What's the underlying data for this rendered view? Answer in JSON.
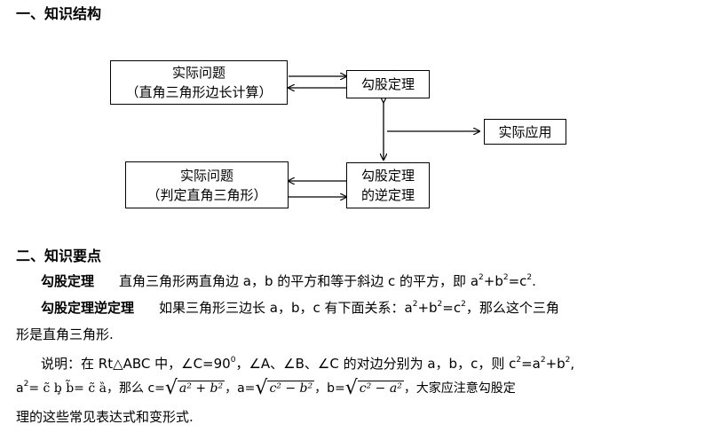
{
  "section1": {
    "title": "一、知识结构"
  },
  "diagram": {
    "box_practical_calc": {
      "line1": "实际问题",
      "line2": "（直角三角形边长计算）"
    },
    "box_pythagoras": {
      "label": "勾股定理"
    },
    "box_application": {
      "label": "实际应用"
    },
    "box_practical_judge": {
      "line1": "实际问题",
      "line2": "（判定直角三角形）"
    },
    "box_converse": {
      "line1": "勾股定理",
      "line2": "的逆定理"
    }
  },
  "section2": {
    "title": "二、知识要点",
    "p1": {
      "term": "勾股定理",
      "text_a": "直角三角形两直角边 a，b 的平方和等于斜边 c 的平方，即 a",
      "text_b": "+b",
      "text_c": "=c",
      "text_d": "."
    },
    "p2": {
      "term": "勾股定理逆定理",
      "text_a": "如果三角形三边长 a，b，c 有下面关系：a",
      "text_b": "+b",
      "text_c": "=c",
      "text_d": "，那么这个三角",
      "line2": "形是直角三角形."
    },
    "p3": {
      "line1_a": "说明：在 Rt△ABC 中，∠C=90",
      "line1_deg": "0",
      "line1_b": "，∠A、∠B、∠C 的对边分别为 a，b，c，则 c",
      "line1_c": "=a",
      "line1_d": "+b",
      "line1_e": ",",
      "line2_a": "a",
      "line2_garbled": "=  c̃  b̧   b̃=  c̃  ȁ",
      "line2_b": "，那么 c=",
      "sqrt1": "a² + b²",
      "line2_c": "，a=",
      "sqrt2": "c² − b²",
      "line2_d": "，b=",
      "sqrt3": "c² − a²",
      "line2_e": "，大家应注意勾股定",
      "line3": "理的这些常见表达式和变形式."
    },
    "sup2": "2"
  }
}
